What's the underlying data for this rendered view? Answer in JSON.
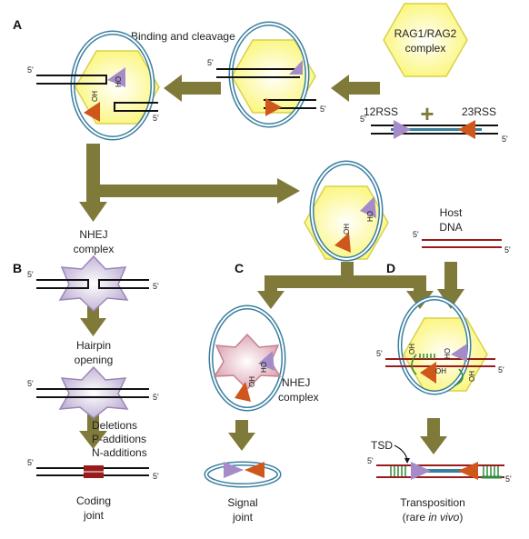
{
  "panels": {
    "a": "A",
    "b": "B",
    "c": "C",
    "d": "D"
  },
  "labels": {
    "binding_cleavage": "Binding and cleavage",
    "rag_line1": "RAG1/RAG2",
    "rag_line2": "complex",
    "rss12": "12RSS",
    "rss23": "23RSS",
    "plus": "+",
    "nhej_b_line1": "NHEJ",
    "nhej_b_line2": "complex",
    "hairpin_line1": "Hairpin",
    "hairpin_line2": "opening",
    "deletions": "Deletions",
    "p_additions": "P-additions",
    "n_additions": "N-additions",
    "coding_line1": "Coding",
    "coding_line2": "joint",
    "host_line1": "Host",
    "host_line2": "DNA",
    "nhej_c_line1": "NHEJ",
    "nhej_c_line2": "complex",
    "signal_line1": "Signal",
    "signal_line2": "joint",
    "tsd": "TSD",
    "transposition_line1": "Transposition",
    "transposition_pre": "(rare ",
    "transposition_ital": "in vivo",
    "transposition_post": ")",
    "five_prime": "5'",
    "oh": "OH",
    "ho": "HO"
  },
  "colors": {
    "arrow": "#807a3a",
    "hexagon_fill": "#fdfaa0",
    "hexagon_stroke": "#d8d24a",
    "loop": "#3a7fa0",
    "dna": "#111111",
    "host_dna": "#9b1b1b",
    "rss12": "#a58cc8",
    "rss23": "#d0571b",
    "nhej_fill": "#e6dcef",
    "nhej_c_fill": "#eecfd8",
    "tsd": "#2f8a3a"
  }
}
